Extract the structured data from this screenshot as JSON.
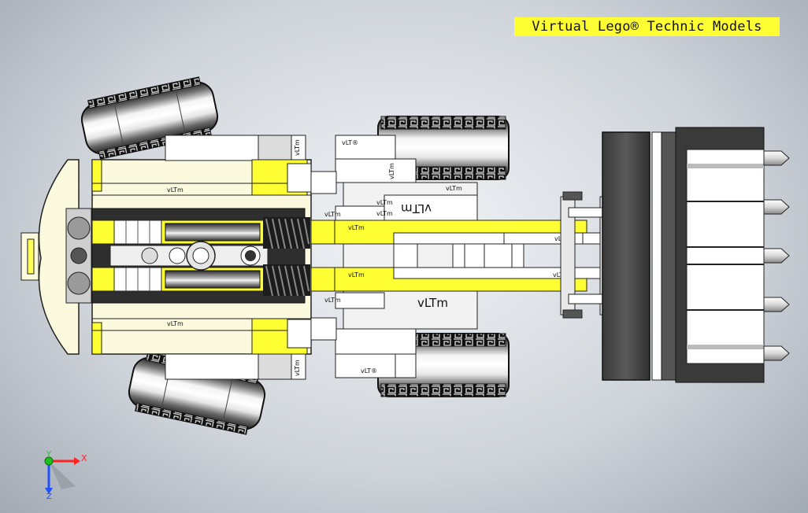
{
  "banner": {
    "title": "Virtual Lego® Technic Models"
  },
  "model": {
    "view": "top",
    "brick_label": "vLTm",
    "brick_label_alt": "vLT®",
    "accent_yellow": "#ffff33",
    "body_cream": "#fbfadf"
  },
  "triad": {
    "x_label": "X",
    "y_label": "Y",
    "z_label": "Z",
    "x_color": "#ff2020",
    "y_color": "#20c020",
    "z_color": "#2050ff"
  }
}
